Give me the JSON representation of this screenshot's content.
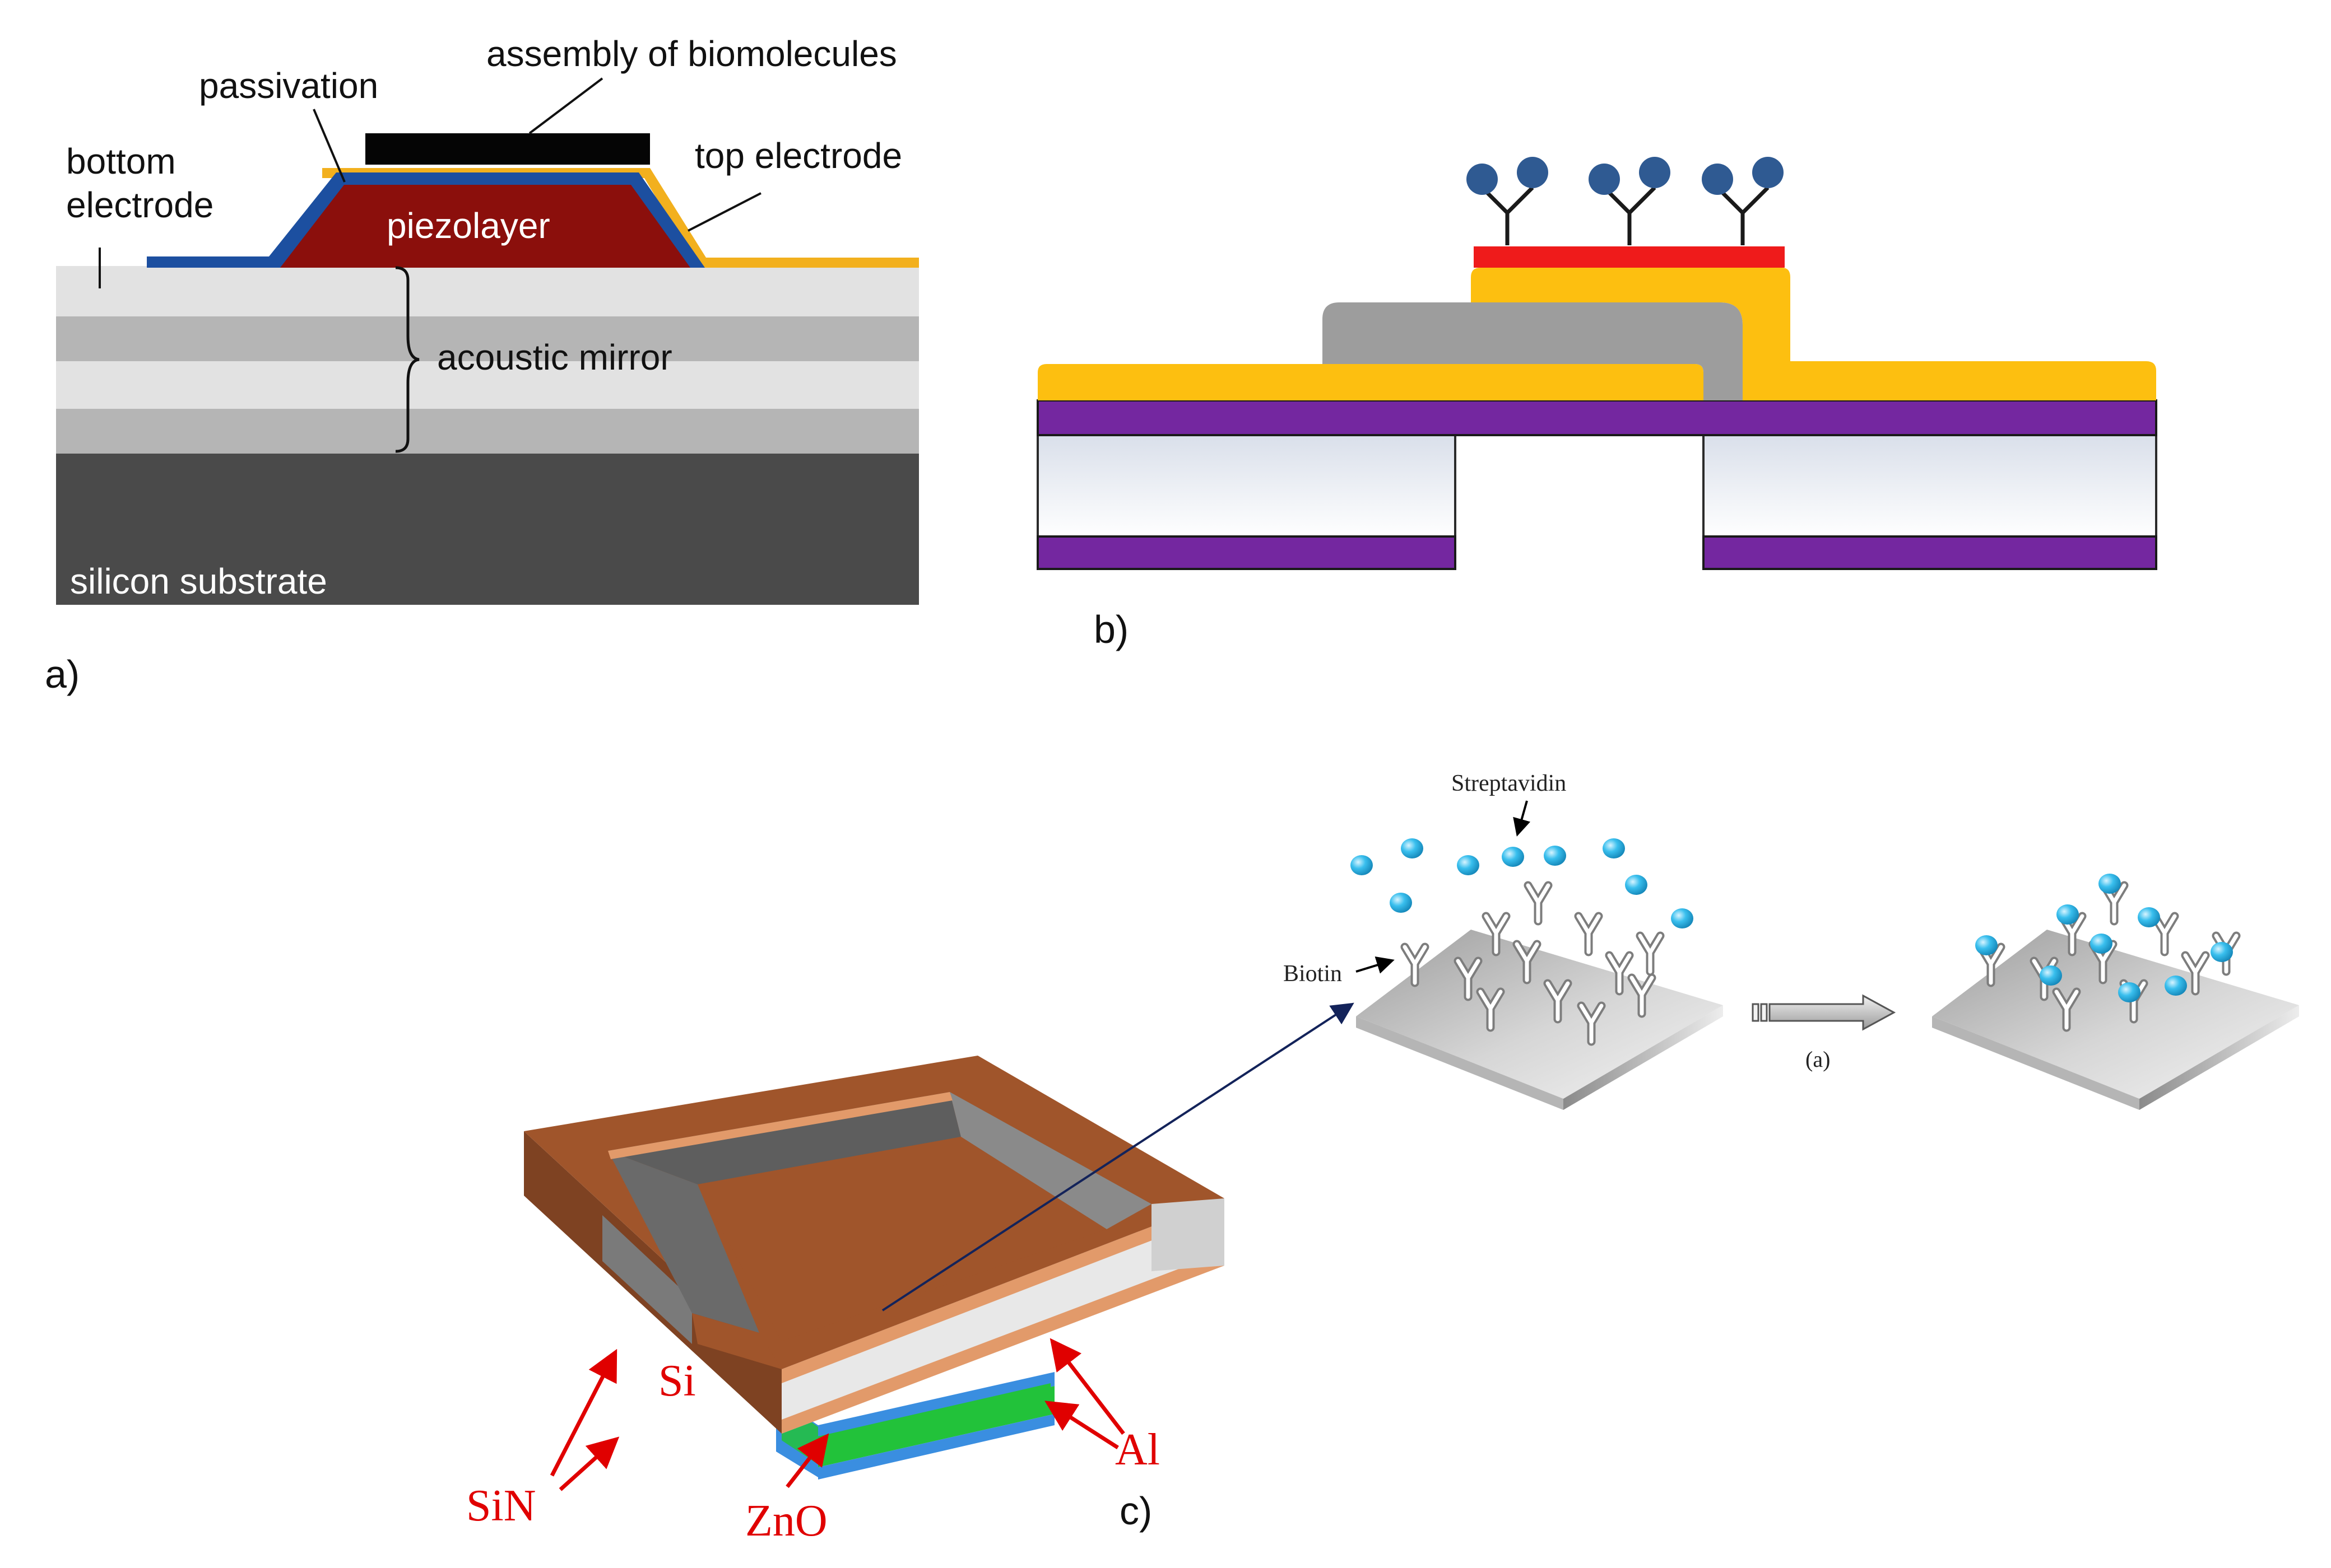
{
  "panel_a": {
    "labels": {
      "assembly": "assembly of biomolecules",
      "passivation": "passivation",
      "bottom_line1": "bottom",
      "bottom_line2": "electrode",
      "top_electrode": "top electrode",
      "piezolayer": "piezolayer",
      "acoustic_mirror": "acoustic mirror",
      "silicon_substrate": "silicon substrate"
    },
    "caption": "a)",
    "colors": {
      "piezolayer": "#8b0f0c",
      "passivation": "#1c4fa0",
      "top_electrode": "#f2b01e",
      "biomolecules": "#050505",
      "mirror_light": "#e2e2e2",
      "mirror_dark": "#b3b3b3",
      "substrate": "#4a4a4a"
    }
  },
  "panel_b": {
    "caption": "b)",
    "colors": {
      "electrode": "#fdbf10",
      "piezo": "#9d9d9d",
      "bio_layer": "#ef1b1b",
      "antibody_head": "#2f5a92",
      "membrane": "#7427a0",
      "substrate_top": "#dde3ec"
    }
  },
  "panel_c": {
    "labels": {
      "si": "Si",
      "sin": "SiN",
      "zno": "ZnO",
      "al": "Al",
      "streptavidin": "Streptavidin",
      "biotin": "Biotin",
      "step": "(a)"
    },
    "caption": "c)",
    "colors": {
      "label_red": "#e00000",
      "copper": "#a0552b",
      "zno": "#22c23a",
      "al": "#3a8ee0",
      "streptavidin": "#2fb5e6"
    }
  }
}
